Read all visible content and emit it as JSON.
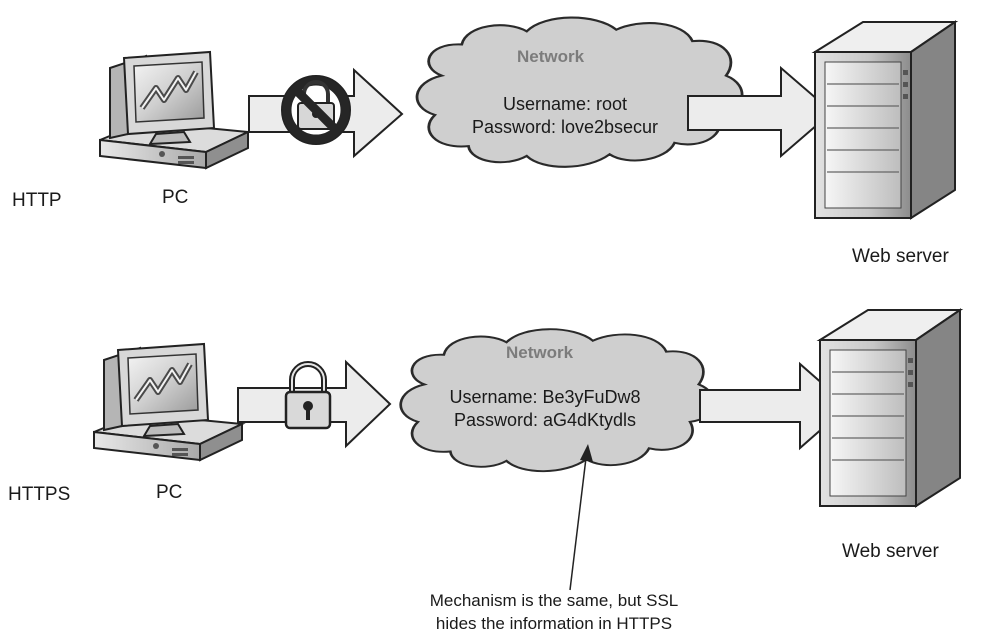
{
  "http": {
    "protocol_label": "HTTP",
    "pc_label": "PC",
    "network_title": "Network",
    "username_line": "Username: root",
    "password_line": "Password: love2bsecur",
    "server_label": "Web server",
    "lock_state": "no-lock-icon"
  },
  "https": {
    "protocol_label": "HTTPS",
    "pc_label": "PC",
    "network_title": "Network",
    "username_line": "Username: Be3yFuDw8",
    "password_line": "Password: aG4dKtydls",
    "server_label": "Web server",
    "lock_state": "padlock-icon"
  },
  "annotation": {
    "line1": "Mechanism is the same, but SSL",
    "line2": "hides the information in HTTPS"
  },
  "colors": {
    "cloud_fill": "#cfcfcf",
    "arrow_fill": "#ececec",
    "outline": "#222222",
    "network_title": "#7c7c7c"
  }
}
